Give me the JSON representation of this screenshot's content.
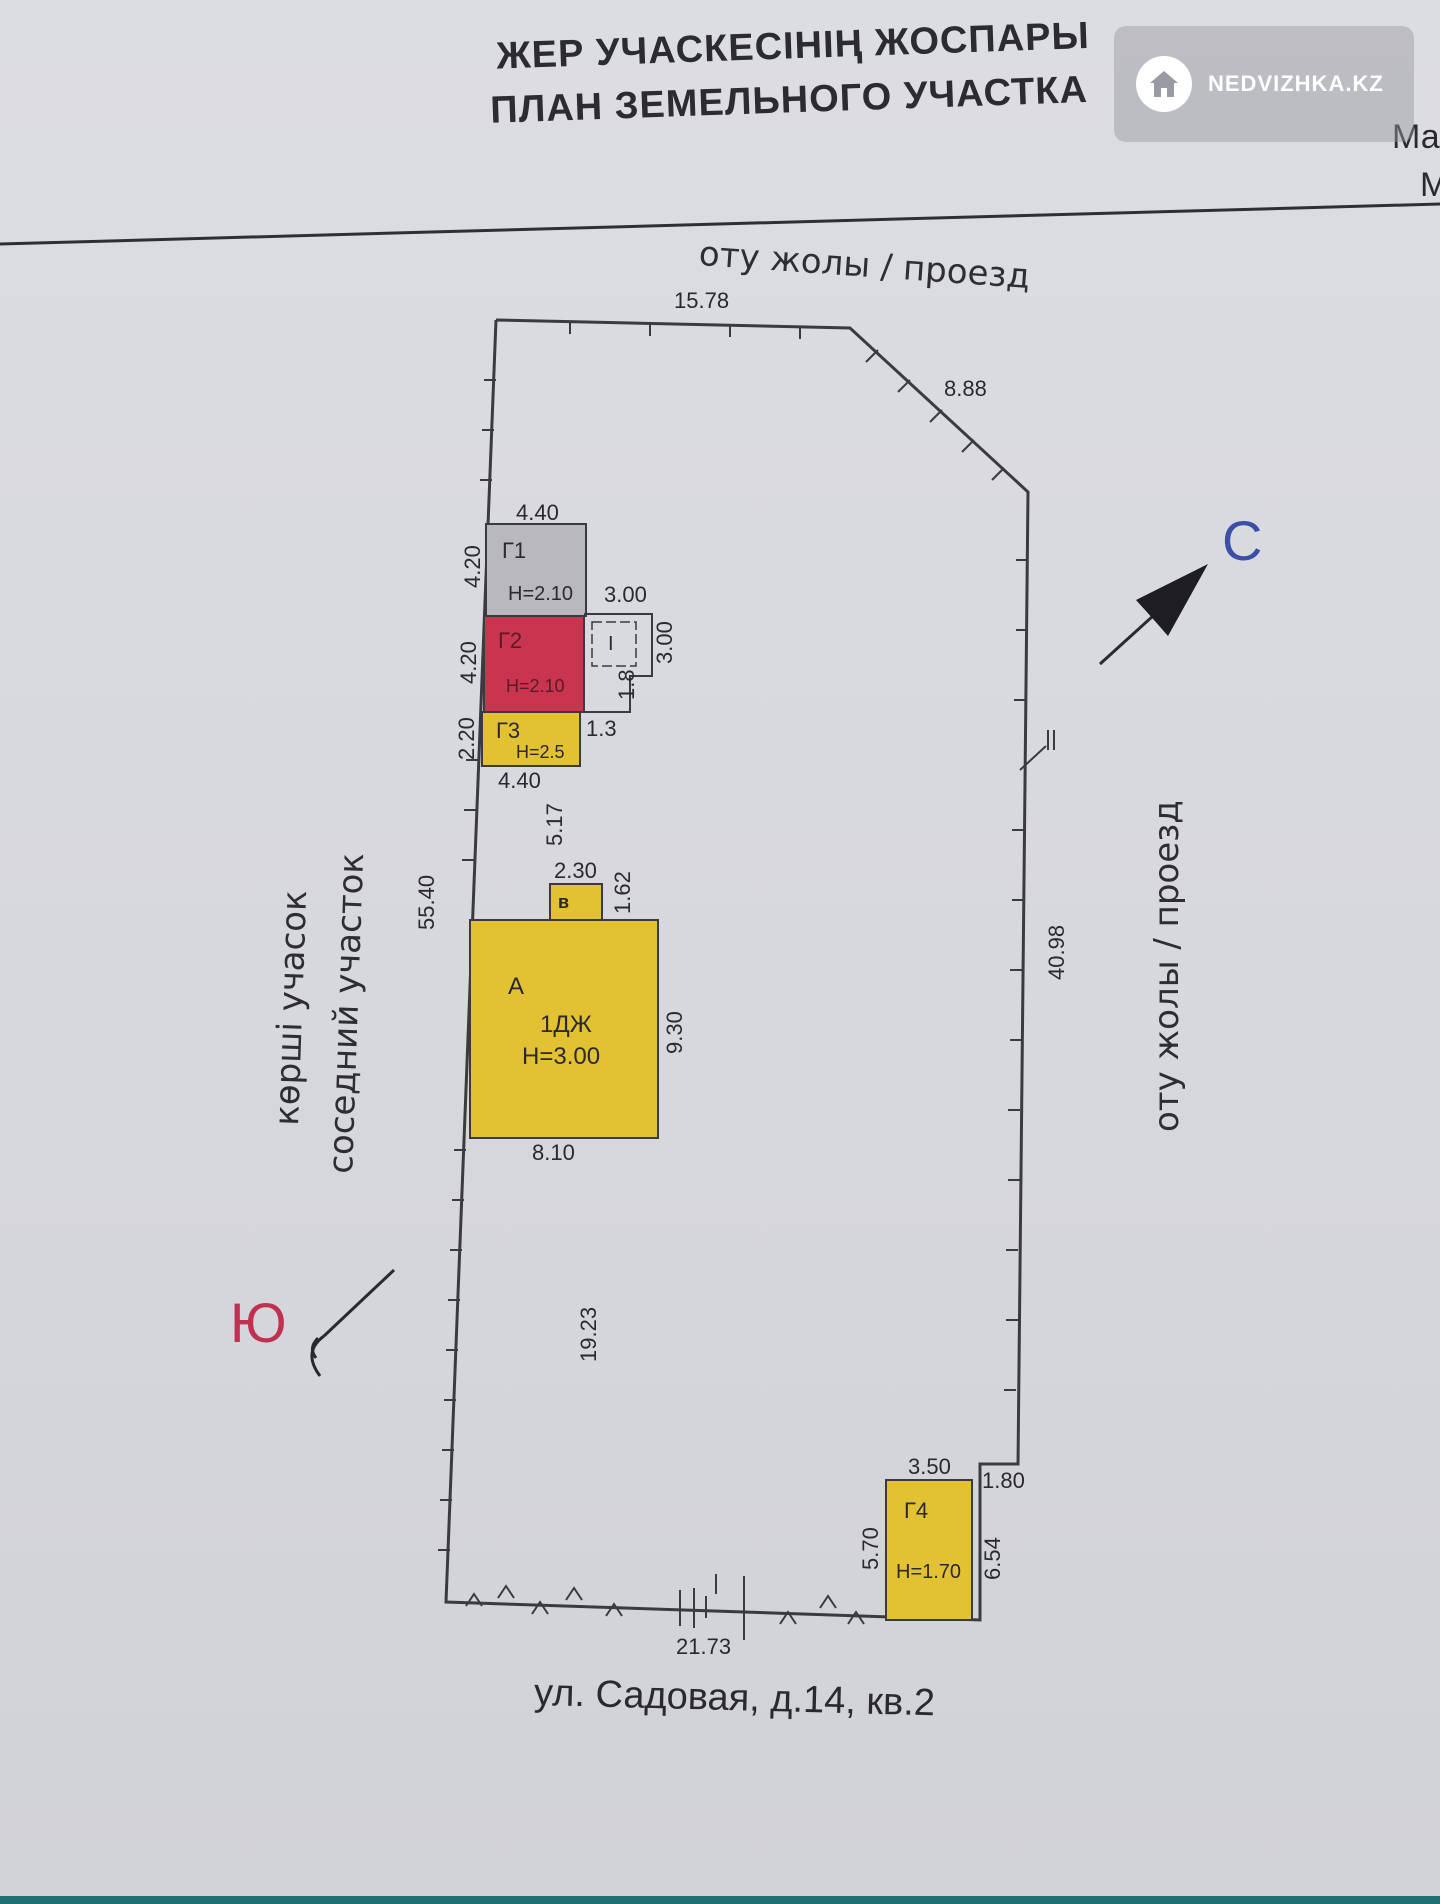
{
  "header": {
    "title_kz": "ЖЕР УЧАСКЕСІНІҢ ЖОСПАРЫ",
    "title_ru": "ПЛАН ЗЕМЕЛЬНОГО УЧАСТКА",
    "corner_text_1": "Ма",
    "corner_text_2": "М"
  },
  "watermark": {
    "text": "NEDVIZHKA.KZ"
  },
  "labels": {
    "top_road": "оту жолы / проезд",
    "right_road": "оту жолы / проезд",
    "left_neighbor_kz": "көрші учасок",
    "left_neighbor_ru": "соседний участок",
    "north": "С",
    "south": "Ю",
    "street": "ул. Садовая, д.14, кв.2"
  },
  "dimensions": {
    "top": "15.78",
    "diagonal": "8.88",
    "right": "40.98",
    "left": "55.40",
    "bottom": "21.73",
    "bottom_right_step": "1.80",
    "g1_width": "4.40",
    "g1_height": "4.20",
    "g2_height": "4.20",
    "g3_height": "2.20",
    "g3_width": "4.40",
    "annex_width": "3.00",
    "annex_height": "3.00",
    "annex_stem": "1.8",
    "annex_offset": "1.3",
    "gap_to_house": "5.17",
    "porch_width": "2.30",
    "porch_height": "1.62",
    "house_height": "9.30",
    "house_width": "8.10",
    "house_to_bottom": "19.23",
    "g4_width": "3.50",
    "g4_height_left": "5.70",
    "g4_height_right": "6.54"
  },
  "buildings": {
    "g1": {
      "name": "Г1",
      "h": "H=2.10",
      "color": "#b9b9bd"
    },
    "g2": {
      "name": "Г2",
      "h": "H=2.10",
      "color": "#c9344f"
    },
    "g3": {
      "name": "Г3",
      "h": "H=2.5",
      "color": "#e2c132"
    },
    "annex": {
      "name": "I"
    },
    "porch": {
      "name": "в",
      "color": "#e2c132"
    },
    "house": {
      "name": "А",
      "type": "1ДЖ",
      "h": "H=3.00",
      "color": "#e2c132"
    },
    "g4": {
      "name": "Г4",
      "h": "H=1.70",
      "color": "#e2c132"
    }
  },
  "colors": {
    "north": "#3b4fa8",
    "south": "#c03050",
    "line": "#3a3a40"
  },
  "icons": {
    "watermark_logo": "house-icon",
    "north_arrow": "arrow-up-right-icon"
  }
}
